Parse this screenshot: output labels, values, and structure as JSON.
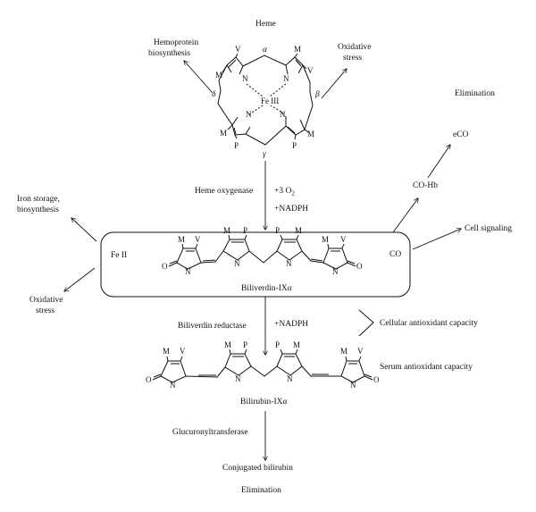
{
  "heme": {
    "title": "Heme",
    "iron": "Fe III",
    "nitrogen": "N",
    "substituents": {
      "m": "M",
      "v": "V",
      "p": "P"
    },
    "meso": {
      "alpha": "α",
      "beta": "β",
      "gamma": "γ",
      "delta": "δ"
    }
  },
  "outcomes_top": {
    "hemoprotein": [
      "Hemoprotein",
      "biosynthesis"
    ],
    "oxidative": [
      "Oxidative",
      "stress"
    ],
    "elimination": "Elimination",
    "eco": "eCO",
    "cohb": "CO-Hb",
    "cell_signaling": "Cell signaling"
  },
  "step1": {
    "enzyme": "Heme oxygenase",
    "cofactor_o2_prefix": "+3 O",
    "cofactor_o2_sub": "2",
    "cofactor_nadph": "+NADPH"
  },
  "box": {
    "fe": "Fe II",
    "co": "CO",
    "product_prefix": "Biliverdin-IX",
    "product_suffix": "α"
  },
  "iron_outcomes": {
    "storage": [
      "Iron storage,",
      "biosynthesis"
    ],
    "oxidative": [
      "Oxidative",
      "stress"
    ]
  },
  "step2": {
    "enzyme": "Biliverdin reductase",
    "cofactor": "+NADPH",
    "cellular": "Cellular antioxidant capacity",
    "serum": "Serum antioxidant capacity"
  },
  "bilirubin": {
    "prefix": "Bilirubin-IX",
    "suffix": "α"
  },
  "step3": {
    "enzyme": "Glucuronyltransferase",
    "product": "Conjugated bilirubin",
    "elimination": "Elimination"
  },
  "chain_atoms": {
    "o": "O",
    "n": "N",
    "m": "M",
    "v": "V",
    "p": "P"
  }
}
